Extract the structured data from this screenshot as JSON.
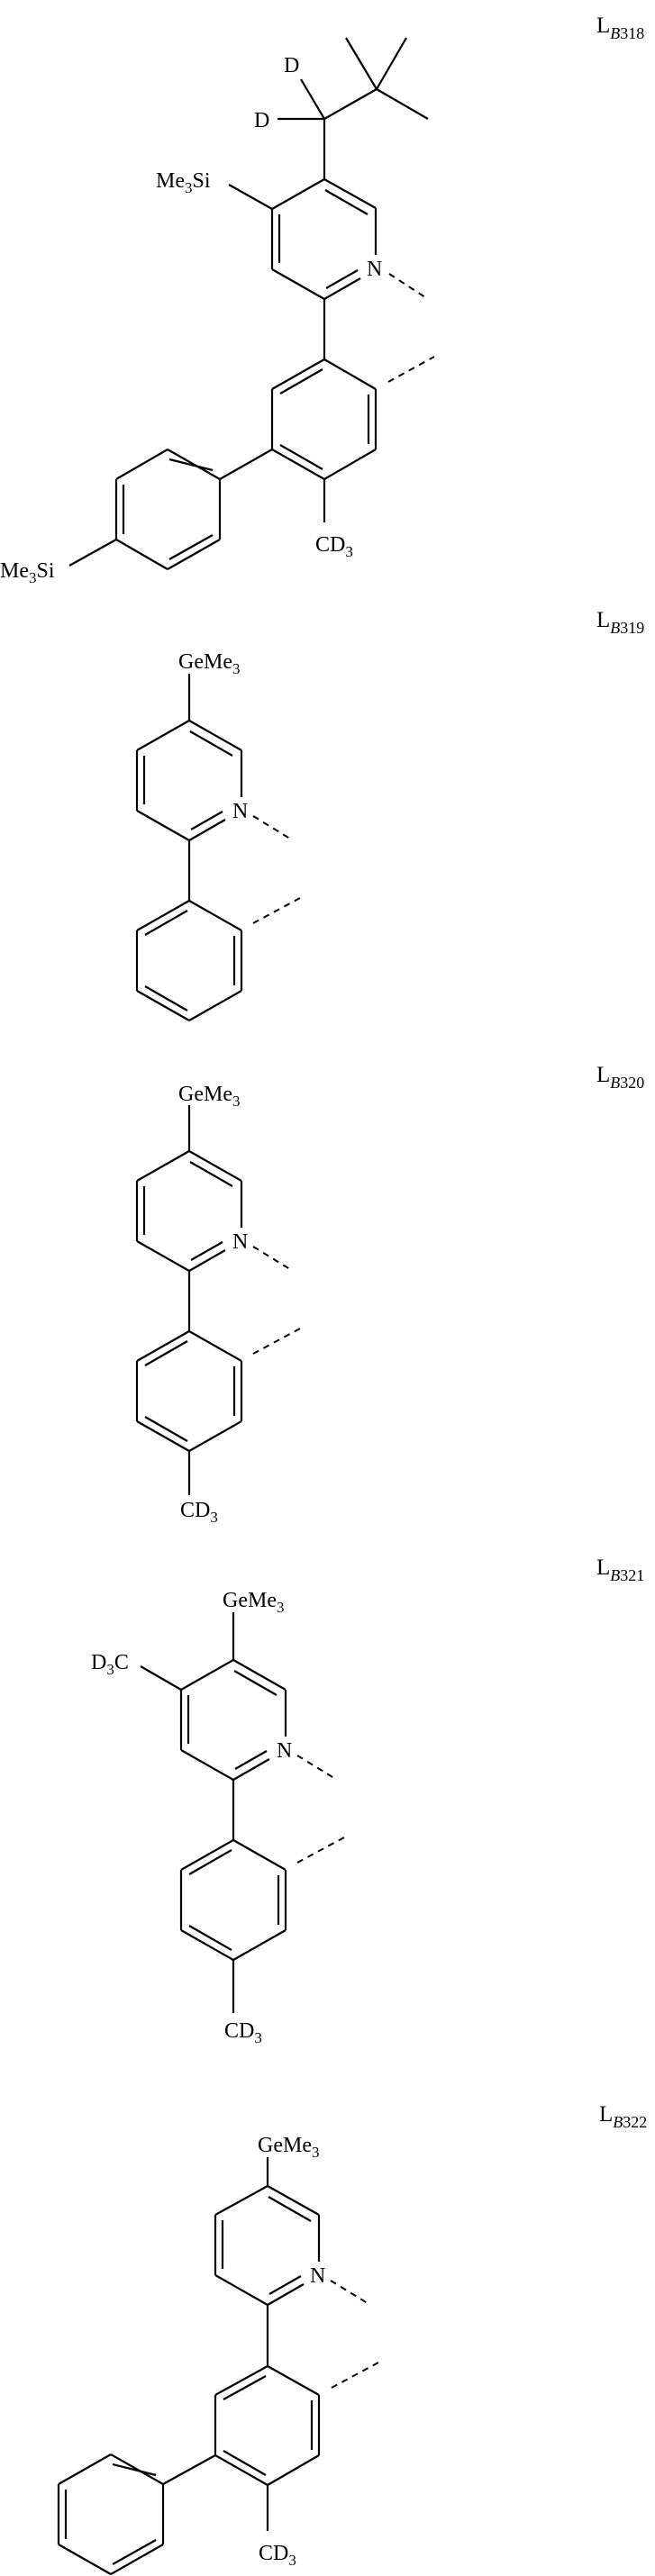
{
  "document": {
    "type": "chemical structure listing",
    "ligands": [
      {
        "id": "LB318",
        "label_main": "L",
        "label_sub_letter": "B",
        "label_sub_number": "318",
        "substituents": [
          "D",
          "D",
          "Me3Si (pyridine)",
          "Me3Si (biphenyl)",
          "CD3",
          "tert-butyl"
        ],
        "atoms": {
          "N": "N",
          "D1": "D",
          "D2": "D",
          "si1_main": "Me",
          "si1_sub": "3",
          "si1_tail": "Si",
          "si2_main": "Me",
          "si2_sub": "3",
          "si2_tail": "Si",
          "cd3_main": "CD",
          "cd3_sub": "3"
        }
      },
      {
        "id": "LB319",
        "label_main": "L",
        "label_sub_letter": "B",
        "label_sub_number": "319",
        "atoms": {
          "N": "N",
          "ge_main": "GeMe",
          "ge_sub": "3"
        }
      },
      {
        "id": "LB320",
        "label_main": "L",
        "label_sub_letter": "B",
        "label_sub_number": "320",
        "atoms": {
          "N": "N",
          "ge_main": "GeMe",
          "ge_sub": "3",
          "cd3_main": "CD",
          "cd3_sub": "3"
        }
      },
      {
        "id": "LB321",
        "label_main": "L",
        "label_sub_letter": "B",
        "label_sub_number": "321",
        "atoms": {
          "N": "N",
          "ge_main": "GeMe",
          "ge_sub": "3",
          "d3c_d": "D",
          "d3c_sub": "3",
          "d3c_c": "C",
          "cd3_main": "CD",
          "cd3_sub": "3"
        }
      },
      {
        "id": "LB322",
        "label_main": "L",
        "label_sub_letter": "B",
        "label_sub_number": "322",
        "atoms": {
          "N": "N",
          "ge_main": "GeMe",
          "ge_sub": "3",
          "cd3_main": "CD",
          "cd3_sub": "3"
        }
      }
    ]
  }
}
